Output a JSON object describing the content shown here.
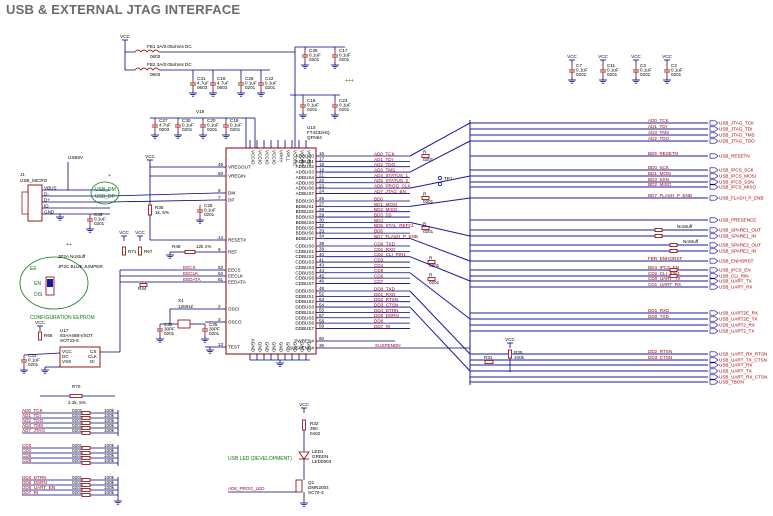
{
  "title": "USB & EXTERNAL JTAG INTERFACE",
  "colors": {
    "wire": "#000080",
    "part": "#8b0000",
    "green": "#0a7a0a",
    "title": "#6b6b6b"
  },
  "power": {
    "vcc": "VCC",
    "usb5v": "USB5V"
  },
  "u10": {
    "ref": "U10",
    "part": "FT4232HQ",
    "pkg": "QFN64",
    "left_pins": [
      {
        "num": "49",
        "name": "VREGOUT"
      },
      {
        "num": "50",
        "name": "VREGIN"
      },
      {
        "num": "8",
        "name": "DM"
      },
      {
        "num": "7",
        "name": "DP"
      },
      {
        "num": "14",
        "name": "RESET#"
      },
      {
        "num": "6",
        "name": "REF"
      },
      {
        "num": "63",
        "name": "EECS"
      },
      {
        "num": "62",
        "name": "EECLK"
      },
      {
        "num": "61",
        "name": "EEDATA"
      },
      {
        "num": "2",
        "name": "OSCI"
      },
      {
        "num": "3",
        "name": "OSCO"
      },
      {
        "num": "13",
        "name": "TEST"
      }
    ],
    "right_pins": [
      {
        "num": "16",
        "name": "ADBUS0"
      },
      {
        "num": "17",
        "name": "ADBUS1"
      },
      {
        "num": "18",
        "name": "ADBUS2"
      },
      {
        "num": "19",
        "name": "ADBUS3"
      },
      {
        "num": "21",
        "name": "ADBUS4"
      },
      {
        "num": "22",
        "name": "ADBUS5"
      },
      {
        "num": "23",
        "name": "ADBUS6"
      },
      {
        "num": "24",
        "name": "ADBUS7"
      },
      {
        "num": "26",
        "name": "BDBUS0"
      },
      {
        "num": "27",
        "name": "BDBUS1"
      },
      {
        "num": "28",
        "name": "BDBUS2"
      },
      {
        "num": "29",
        "name": "BDBUS3"
      },
      {
        "num": "30",
        "name": "BDBUS4"
      },
      {
        "num": "32",
        "name": "BDBUS5"
      },
      {
        "num": "33",
        "name": "BDBUS6"
      },
      {
        "num": "34",
        "name": "BDBUS7"
      },
      {
        "num": "38",
        "name": "CDBUS0"
      },
      {
        "num": "39",
        "name": "CDBUS1"
      },
      {
        "num": "40",
        "name": "CDBUS2"
      },
      {
        "num": "41",
        "name": "CDBUS3"
      },
      {
        "num": "43",
        "name": "CDBUS4"
      },
      {
        "num": "44",
        "name": "CDBUS5"
      },
      {
        "num": "45",
        "name": "CDBUS6"
      },
      {
        "num": "46",
        "name": "CDBUS7"
      },
      {
        "num": "48",
        "name": "DDBUS0"
      },
      {
        "num": "52",
        "name": "DDBUS1"
      },
      {
        "num": "53",
        "name": "DDBUS2"
      },
      {
        "num": "54",
        "name": "DDBUS3"
      },
      {
        "num": "55",
        "name": "DDBUS4"
      },
      {
        "num": "57",
        "name": "DDBUS5"
      },
      {
        "num": "58",
        "name": "DDBUS6"
      },
      {
        "num": "59",
        "name": "DDBUS7"
      },
      {
        "num": "60",
        "name": "PWREN#"
      },
      {
        "num": "36",
        "name": "SUSPEND#"
      }
    ],
    "top_pins": [
      "VCCIO",
      "VCCIO",
      "VCCIO",
      "VCCIO",
      "VPHY",
      "VPLL",
      "VCORE",
      "VCORE",
      "VCORE"
    ],
    "bottom_pins": [
      "AGND",
      "GND",
      "GND",
      "GND",
      "GND",
      "GND",
      "GND",
      "GND",
      "GND"
    ]
  },
  "nets_a": [
    "AD0_TCK",
    "AD1_TDI",
    "AD2_TDO",
    "AD3_TMS",
    "AD4_STATUS_1",
    "AD5_STATUS_2",
    "AD6_PROG_CLK",
    "AD7_JTAG_EN"
  ],
  "nets_b": [
    "BD0",
    "BD1_MOSI",
    "BD2_MISO",
    "BD3_SS",
    "BD4",
    "BD5_XTAL_REFCL",
    "BD6",
    "BD7_FLASH_P_ENB"
  ],
  "nets_c": [
    "CD0_TXD",
    "CD1_RXD",
    "CD2_CLI_RIN1",
    "CD3",
    "CD4",
    "CD5",
    "CD6",
    "CD7"
  ],
  "nets_d": [
    "DD0_TXD",
    "DD1_RXD",
    "DD2_RTSN",
    "DD3_CTSN",
    "DD4_DTRN",
    "DD5_DSRN",
    "DD6",
    "DD7_RI"
  ],
  "right_signals": [
    {
      "net": "AD0_TCK",
      "dest": "USB_JTAG_TCK"
    },
    {
      "net": "AD1_TDI",
      "dest": "USB_JTAG_TDI"
    },
    {
      "net": "AD3_TMS",
      "dest": "USB_JTAG_TMS"
    },
    {
      "net": "AD2_TDO",
      "dest": "USB_JTAG_TDO"
    },
    {
      "net": "BD5_RESETN",
      "dest": "USB_RESETN"
    },
    {
      "net": "BD0_SCK",
      "dest": "USB_IPCS_SCK"
    },
    {
      "net": "BD1_MOSI",
      "dest": "USB_IPCS_MOSI"
    },
    {
      "net": "BD3_SSN",
      "dest": "USB_IPCS_SSN"
    },
    {
      "net": "BD2_MISO",
      "dest": "USB_IPCS_MISO"
    },
    {
      "net": "BD7_FLASH_P_ENB",
      "dest": "USB_FLASH_P_ENB"
    },
    {
      "net": "",
      "dest": "USB_PRESENCE"
    },
    {
      "net": "",
      "dest": "USB_SPARE1_OUT"
    },
    {
      "net": "",
      "dest": "USB_SPARE1_IN"
    },
    {
      "net": "",
      "dest": "USB_SPARE2_OUT"
    },
    {
      "net": "",
      "dest": "USB_SPARE2_IN"
    },
    {
      "net": "FBR_ENHORST",
      "dest": "USB_ENHORST"
    },
    {
      "net": "BD4_IPCS_EN",
      "dest": "USB_IPCS_EN"
    },
    {
      "net": "CD2_CLI_RIN1",
      "dest": "USB_CLI_RIN"
    },
    {
      "net": "CD0_UART_TX",
      "dest": "USB_UART_TX"
    },
    {
      "net": "CD1_UART_RX",
      "dest": "USB_UART_RX"
    },
    {
      "net": "DD1_RXD",
      "dest": "USB_UART2E_RX"
    },
    {
      "net": "DD0_TXD",
      "dest": "USB_UART2E_TX"
    },
    {
      "net": "",
      "dest": "USB_UART2_RX"
    },
    {
      "net": "",
      "dest": "USB_UART2_TX"
    },
    {
      "net": "DD2_RTSN",
      "dest": "USB_UART_RX_RTSN"
    },
    {
      "net": "DD3_CTSN",
      "dest": "USB_UART_TX_CTSN"
    },
    {
      "net": "",
      "dest": "USB_UART_RX"
    },
    {
      "net": "",
      "dest": "USB_UART_TX"
    },
    {
      "net": "",
      "dest": "USB_UART_RX_CTSN"
    },
    {
      "net": "",
      "dest": "USB_TBON"
    }
  ],
  "top_caps": [
    {
      "ref": "C7",
      "val": "0.1uF",
      "pkg": "0201"
    },
    {
      "ref": "C11",
      "val": "0.1uF",
      "pkg": "0201"
    },
    {
      "ref": "C3",
      "val": "0.1uF",
      "pkg": "0201"
    },
    {
      "ref": "C2",
      "val": "0.1uF",
      "pkg": "0201"
    }
  ],
  "ferrites": [
    {
      "ref": "FB1",
      "val": "3A/0.05ohms DC"
    },
    {
      "ref": "FB2",
      "val": "3A/0.05ohms DC"
    }
  ],
  "misc_labels": {
    "usb_micro": "USB_MICRO",
    "j1": "J1",
    "usb_dm": "USB_DM",
    "usb_dp": "USB_DP",
    "config_eeprom": "CONFIGURATION EEPROM",
    "ee": "EE",
    "en": "EN",
    "dis": "DIS",
    "jp2a": "JP2A",
    "jp2c": "JP2C",
    "eeprom_u": "U17",
    "eeprom_part": "93AA46B-I/SOT",
    "eeprom_pkg": "SOT23-6",
    "crystal": "X1",
    "crystal_val": "12MHZ",
    "r36": "R36",
    "r36_val": "1k, 5%",
    "r49": "R49",
    "r49_val": "12k 1%",
    "r70": "R70",
    "r70_val": "2.2k, 5%",
    "r32": "R32",
    "r32_val": "390",
    "led_label": "USB LED (DEVELOPMENT)",
    "led_ref": "LED1",
    "led_color": "GREEN",
    "led_pkg": "LED0603",
    "q1": "Q1",
    "q1_part": "DMN2004",
    "q1_pkg": "SC70-3",
    "led_net": "AD6_PROG_LED",
    "r31": "R31",
    "r35": "R35",
    "r35_val": "100k",
    "tp": "TP1",
    "plus": "+++",
    "plusplus": "++",
    "vcc": "VCC"
  },
  "bottom_rows": [
    {
      "net": "AD0_TCK",
      "pkg": "0201",
      "val": "100k"
    },
    {
      "net": "AD1_TDI",
      "pkg": "0201",
      "val": "100k"
    },
    {
      "net": "AD2_TDO",
      "pkg": "0201",
      "val": "100k"
    },
    {
      "net": "AD3_TMS",
      "pkg": "0201",
      "val": "100k"
    },
    {
      "net": "AD7_JTAG",
      "pkg": "0201",
      "val": "100k"
    },
    {
      "net": "CD3",
      "pkg": "0201",
      "val": "100k"
    },
    {
      "net": "CD4",
      "pkg": "0201",
      "val": "100k"
    },
    {
      "net": "CD5",
      "pkg": "0201",
      "val": "100k"
    },
    {
      "net": "CD6",
      "pkg": "0201",
      "val": "100k"
    },
    {
      "net": "DD4_DTRN",
      "pkg": "0201",
      "val": "100k"
    },
    {
      "net": "DD5_DSRN",
      "pkg": "0201",
      "val": "100k"
    },
    {
      "net": "DD6_UART_EN",
      "pkg": "0201",
      "val": "100k"
    },
    {
      "net": "DD7_RI",
      "pkg": "0201",
      "val": "100k"
    }
  ]
}
